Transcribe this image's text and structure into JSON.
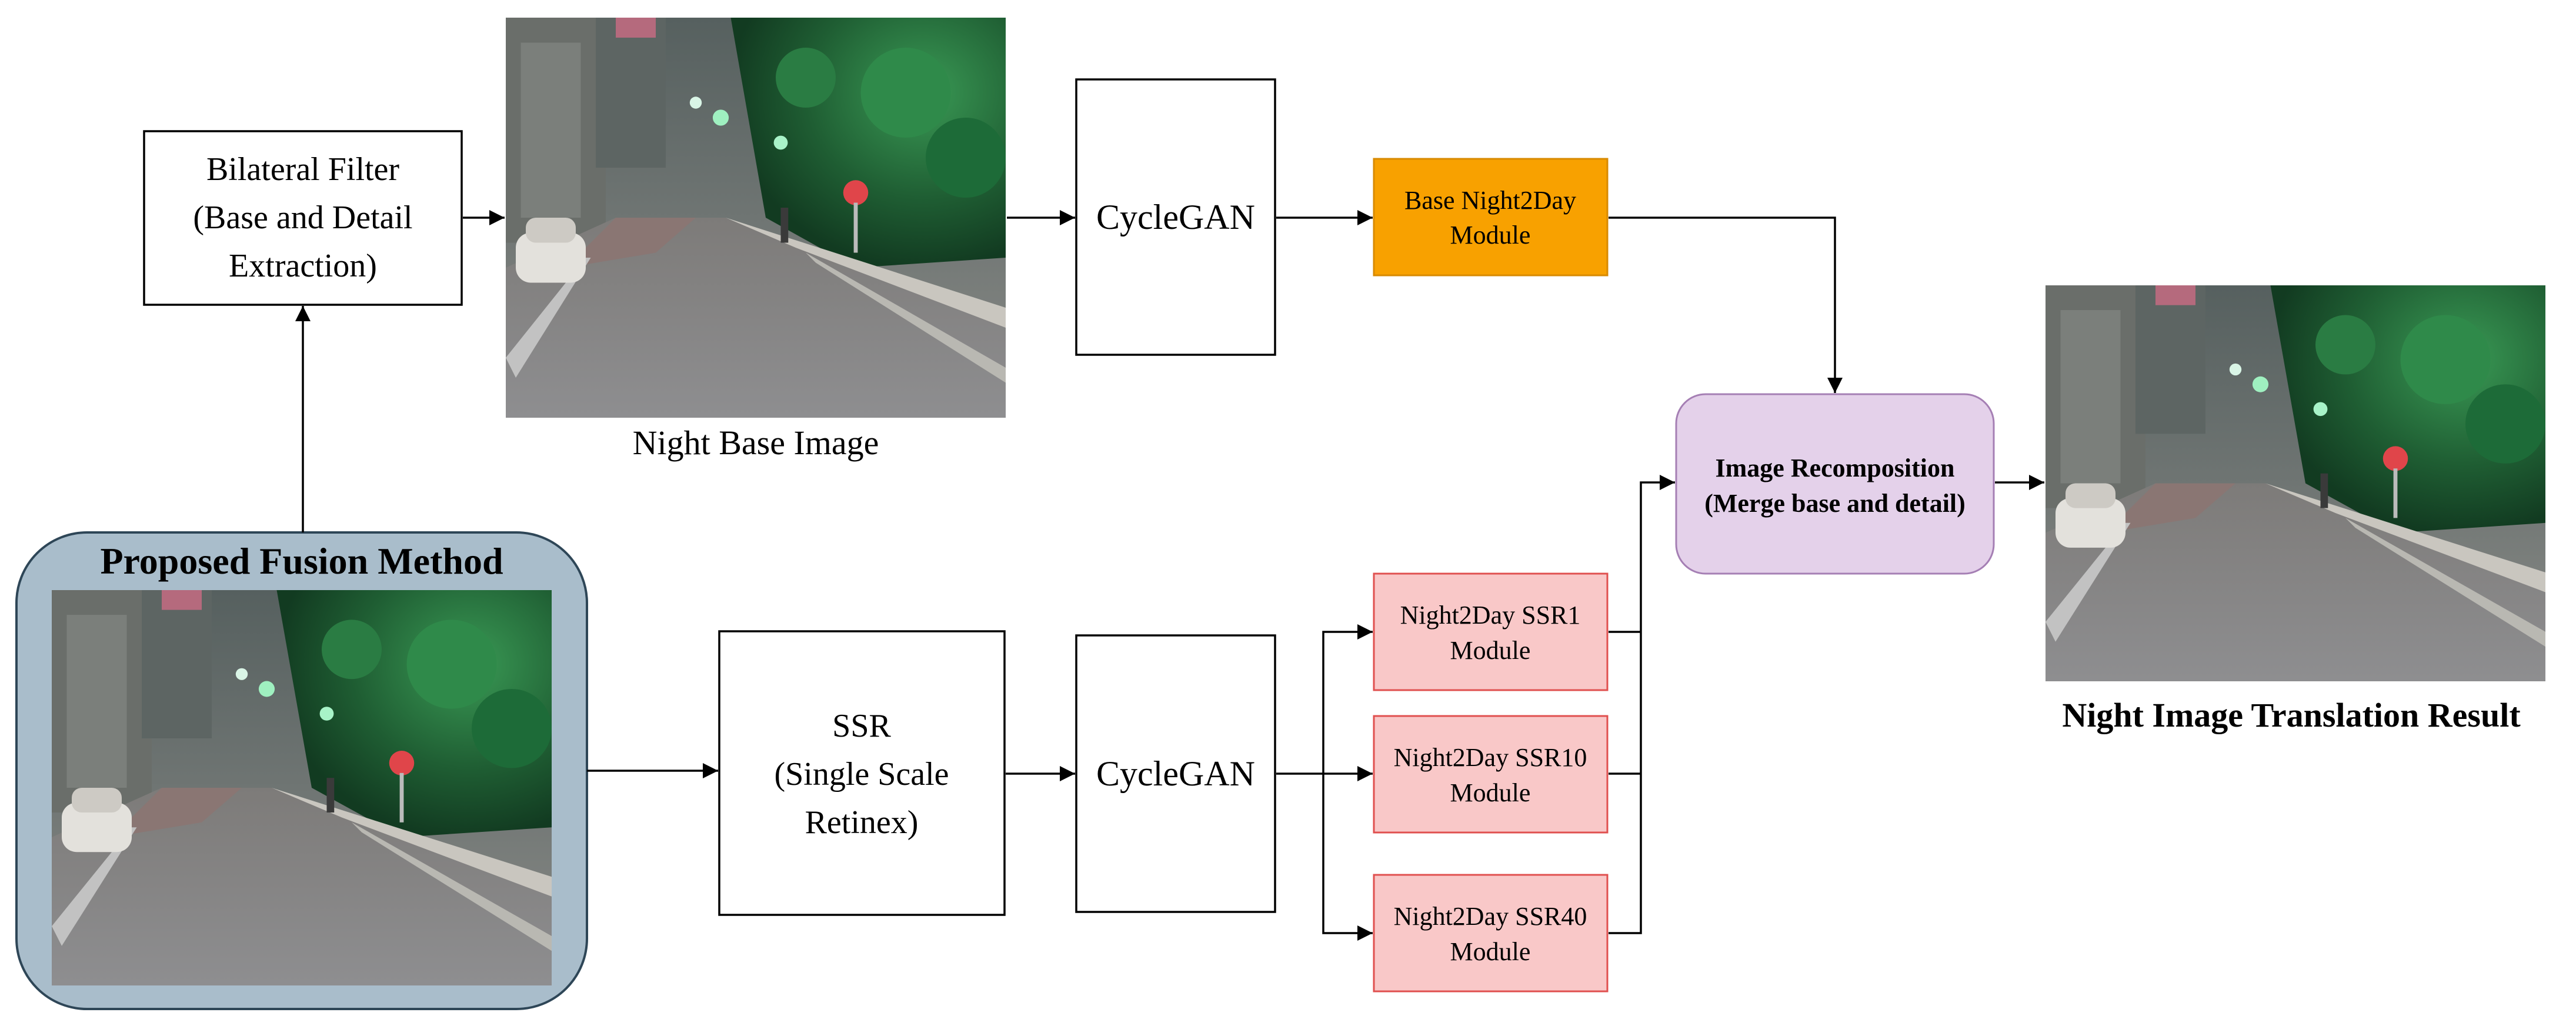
{
  "colors": {
    "base_module_fill": "#F8A100",
    "base_module_stroke": "#D88A00",
    "ssr_module_fill": "#F9C8C8",
    "ssr_module_stroke": "#E0504F",
    "recomposition_fill": "#E4D1EA",
    "recomposition_stroke": "#A57FB4",
    "fusion_panel_fill": "#A9BDCB",
    "fusion_panel_stroke": "#2E4657",
    "line": "#000000"
  },
  "nodes": {
    "bilateral": {
      "lines": [
        "Bilateral Filter",
        "(Base and Detail",
        "Extraction)"
      ]
    },
    "cyclegan_top": {
      "label": "CycleGAN"
    },
    "base_module": {
      "lines": [
        "Base Night2Day",
        "Module"
      ]
    },
    "recomposition": {
      "lines": [
        "Image Recomposition",
        "(Merge base and detail)"
      ]
    },
    "fusion": {
      "title": "Proposed Fusion Method"
    },
    "ssr": {
      "lines": [
        "SSR",
        "(Single Scale",
        "Retinex)"
      ]
    },
    "cyclegan_bottom": {
      "label": "CycleGAN"
    },
    "ssr1": {
      "lines": [
        "Night2Day SSR1",
        "Module"
      ]
    },
    "ssr10": {
      "lines": [
        "Night2Day SSR10",
        "Module"
      ]
    },
    "ssr40": {
      "lines": [
        "Night2Day SSR40",
        "Module"
      ]
    }
  },
  "captions": {
    "night_base": "Night Base Image",
    "result": "Night Image Translation Result"
  },
  "images": {
    "night_base": "night-street-photo",
    "input": "night-street-photo",
    "result": "night-street-photo"
  }
}
